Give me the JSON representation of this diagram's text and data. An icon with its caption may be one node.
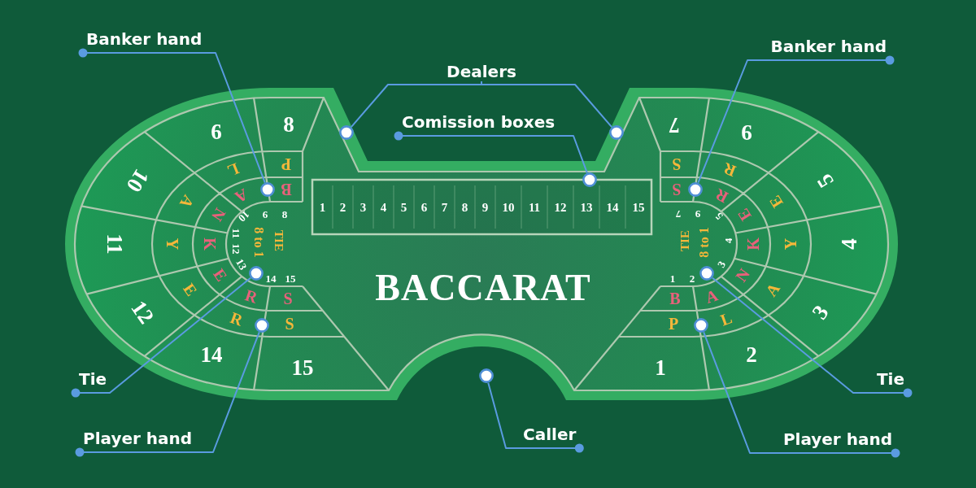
{
  "diagram": {
    "title": "BACCARAT",
    "nodes": [
      {
        "text": [
          "Banker hand"
        ]
      },
      {
        "text": [
          "Dealers"
        ]
      },
      {
        "text": [
          "Banker hand"
        ]
      },
      {
        "text": [
          "Comission boxes"
        ]
      },
      {
        "text": [
          "Tie"
        ]
      },
      {
        "text": [
          "Tie"
        ]
      },
      {
        "text": [
          "Player hand"
        ]
      },
      {
        "text": [
          "Caller"
        ]
      },
      {
        "text": [
          "Player hand"
        ]
      },
      {
        "text": [],
        "shape": "circle"
      },
      {
        "text": [],
        "shape": "circle"
      },
      {
        "text": [],
        "shape": "circle"
      },
      {
        "text": [],
        "shape": "circle"
      },
      {
        "text": [],
        "shape": "circle"
      },
      {
        "text": [],
        "shape": "circle"
      },
      {
        "text": [],
        "shape": "circle"
      },
      {
        "text": [],
        "shape": "circle"
      },
      {
        "text": [],
        "shape": "circle"
      },
      {
        "text": [],
        "shape": "circle"
      }
    ],
    "edges": [
      {
        "from": 0,
        "to": 12,
        "arrow": "other"
      },
      {
        "from": 1,
        "to": 9,
        "arrow": "none"
      },
      {
        "from": 1,
        "to": 10,
        "arrow": "none"
      },
      {
        "from": 2,
        "to": 13,
        "arrow": "other"
      },
      {
        "from": 3,
        "to": 11,
        "arrow": "other"
      },
      {
        "from": 4,
        "to": 14,
        "arrow": "other"
      },
      {
        "from": 5,
        "to": 15,
        "arrow": "other"
      },
      {
        "from": 6,
        "to": 16,
        "arrow": "other"
      },
      {
        "from": 7,
        "to": 18,
        "arrow": "other"
      },
      {
        "from": 8,
        "to": 17,
        "arrow": "other"
      }
    ],
    "labels": [
      "6",
      "8",
      "7",
      "9",
      "10",
      "L",
      "P",
      "S",
      "R",
      "5",
      "A",
      "A",
      "B",
      "1",
      "2",
      "3",
      "4",
      "5",
      "6",
      "7",
      "8",
      "9",
      "10",
      "11",
      "12",
      "13",
      "14",
      "15",
      "S",
      "R",
      "E",
      "N",
      "10",
      "6",
      "8",
      "7",
      "9",
      "5",
      "E",
      "11",
      "Y",
      "K",
      "11",
      "12",
      "8 to 1",
      "TIE",
      "TIE",
      "8 to 1",
      "4",
      "K",
      "Y",
      "4",
      "E",
      "E",
      "13",
      "R",
      "14",
      "S",
      "15",
      "1",
      "B",
      "2",
      "A",
      "3",
      "N",
      "A",
      "12",
      "R",
      "S",
      "P",
      "L",
      "3",
      "14",
      "15",
      "1",
      "2"
    ]
  }
}
